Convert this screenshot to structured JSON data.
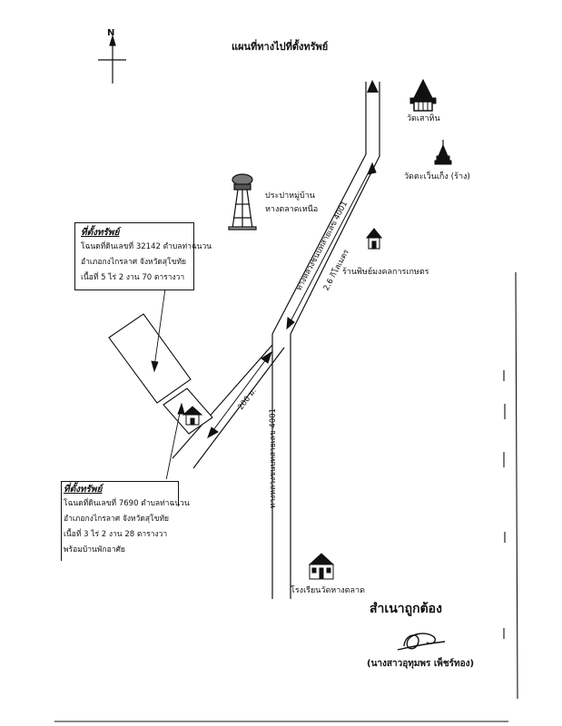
{
  "map": {
    "title": "แผนที่ทางไปที่ตั้งทรัพย์",
    "north_label": "N"
  },
  "landmarks": {
    "temple_1": "วัดเสาหิน",
    "temple_2": "วัดตะเว็นเก็ง (ร้าง)",
    "water_tower": [
      "ประปาหมู่บ้าน",
      "หางตลาดเหนือ"
    ],
    "shop": "ร้านพิษย์มงคลการเกษตร",
    "school": "โรงเรียนวัดหางตลาด"
  },
  "roads": {
    "highway_upper": "ทางหลวงชนบทสายเลข 4001",
    "highway_lower": "ทางหลวงชนบทสายเลข 4001",
    "distance_long": "2.6 กิโลเมตร",
    "distance_short": "200 ม."
  },
  "property_box_1": {
    "heading": "ที่ตั้งทรัพย์",
    "lines": [
      "โฉนดที่ดินเลขที่ 32142 ตำบลท่าฉนวน",
      "อำเภอกงไกรลาศ จังหวัดสุโขทัย",
      "เนื้อที่ 5 ไร่ 2 งาน 70 ตารางวา"
    ]
  },
  "property_box_2": {
    "heading": "ที่ตั้งทรัพย์",
    "lines": [
      "โฉนดที่ดินเลขที่ 7690 ตำบลท่าฉนวน",
      "อำเภอกงไกรลาศ จังหวัดสุโขทัย",
      "เนื้อที่ 3 ไร่ 2 งาน 28 ตารางวา",
      "พร้อมบ้านพักอาศัย"
    ]
  },
  "certification": {
    "text": "สำเนาถูกต้อง",
    "name": "(นางสาวอุทุมพร เพ็ชร์ทอง)"
  }
}
